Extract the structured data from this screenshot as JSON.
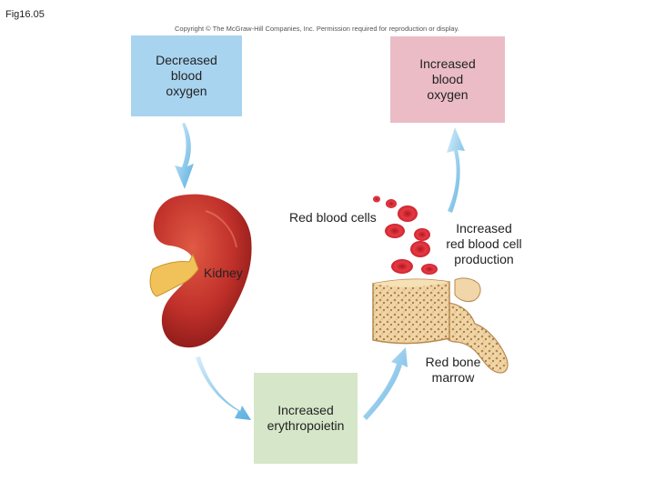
{
  "figure_label": "Fig16.05",
  "copyright": "Copyright © The McGraw-Hill Companies, Inc. Permission required for reproduction or display.",
  "boxes": {
    "decreased_oxygen": [
      "Decreased",
      "blood",
      "oxygen"
    ],
    "increased_oxygen": [
      "Increased",
      "blood",
      "oxygen"
    ],
    "erythropoietin": [
      "Increased",
      "erythropoietin"
    ]
  },
  "labels": {
    "red_blood_cells": "Red blood cells",
    "production": [
      "Increased",
      "red blood cell",
      "production"
    ],
    "marrow": [
      "Red bone",
      "marrow"
    ],
    "kidney": "Kidney"
  },
  "colors": {
    "decreased_box": "#a8d4f0",
    "increased_box": "#ebbcc6",
    "epo_box": "#d6e6c8",
    "arrow": "#6fb8e3",
    "kidney": "#c4302c",
    "rbc": "#dd2a35",
    "bone": "#e8c795"
  }
}
